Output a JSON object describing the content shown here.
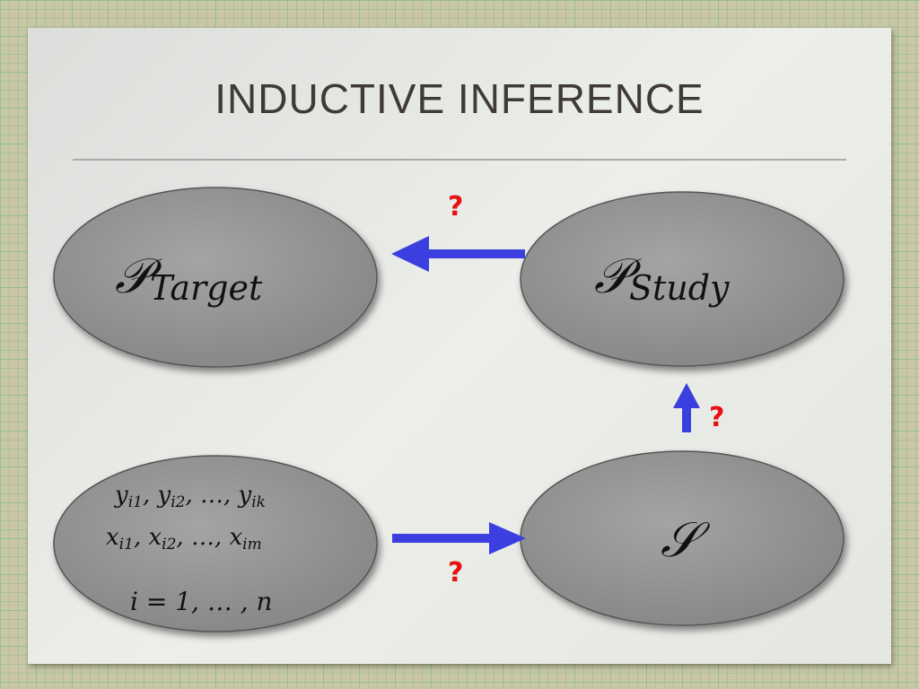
{
  "slide": {
    "title": "INDUCTIVE INFERENCE"
  },
  "nodes": {
    "target": {
      "symbol": "𝒫",
      "sub": "Target"
    },
    "study": {
      "symbol": "𝒫",
      "sub": "Study"
    },
    "sample": {
      "symbol": "𝒮"
    },
    "data": {
      "line1": "y",
      "line1_subs": [
        "i1",
        "i2",
        "ik"
      ],
      "line2": "x",
      "line2_subs": [
        "i1",
        "i2",
        "im"
      ],
      "ellipsis": "…",
      "line3": "i = 1, … , n"
    }
  },
  "edges": {
    "q": "?"
  },
  "colors": {
    "arrow": "#3b3fe0",
    "question": "#e81010",
    "node": "#8e9090"
  }
}
